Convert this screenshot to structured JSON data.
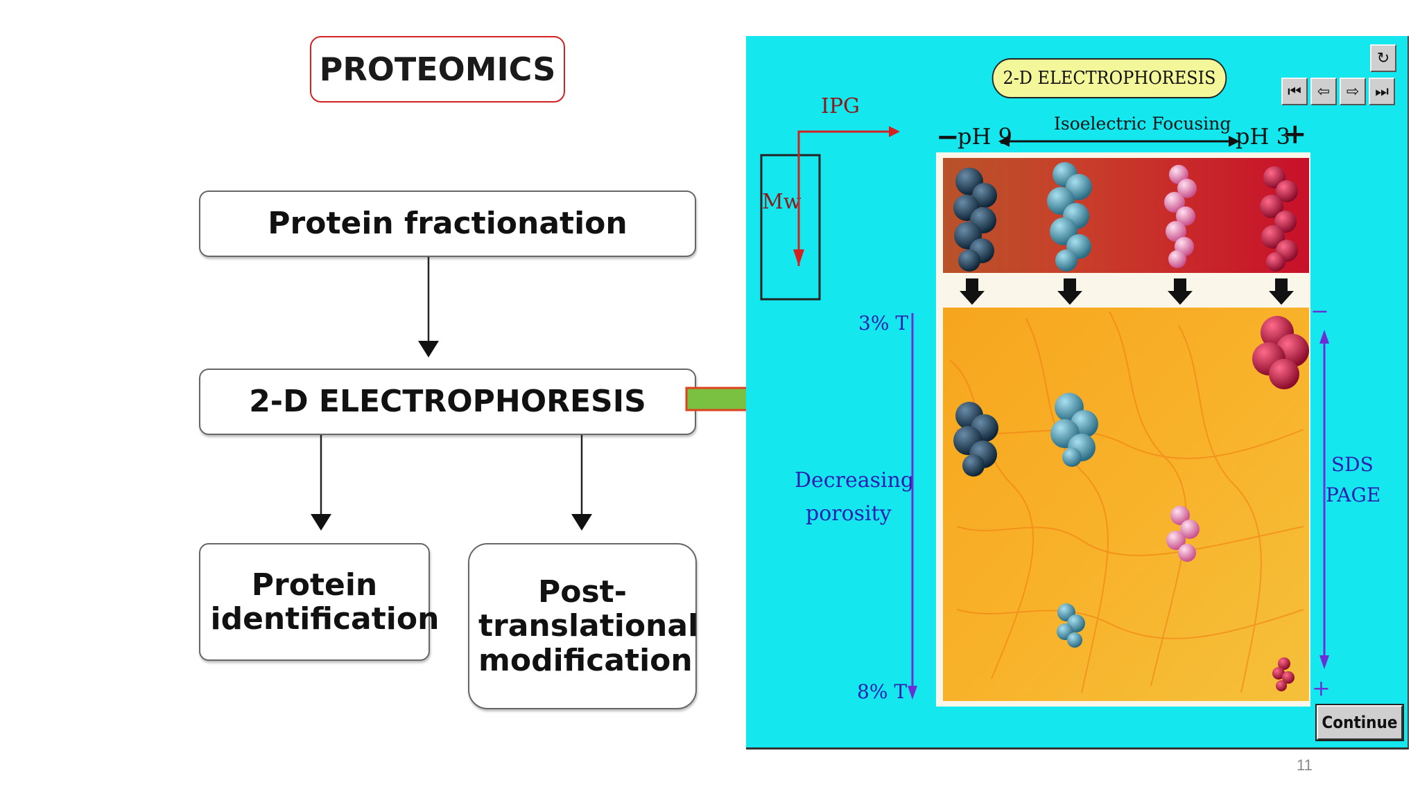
{
  "left": {
    "title": "PROTEOMICS",
    "box1": "Protein fractionation",
    "box2": "2-D ELECTROPHORESIS",
    "box3": "Protein identification",
    "box4": "Post-translational modification"
  },
  "panel": {
    "heading": "2-D ELECTROPHORESIS",
    "ipg": "IPG",
    "mw": "Mw",
    "ph_left": "pH 9",
    "ph_right": "pH 3",
    "minus": "−",
    "plus": "+",
    "focusing": "Isoelectric Focusing",
    "t_top": "3% T",
    "t_bottom": "8% T",
    "porosity_1": "Decreasing",
    "porosity_2": "porosity",
    "sds_1": "SDS",
    "sds_2": "PAGE",
    "gel_minus": "−",
    "gel_plus": "+",
    "continue_label": "Continue",
    "nav": {
      "refresh": "↻",
      "first": "⏮",
      "prev": "⇦",
      "next": "⇨",
      "last": "⏭"
    }
  },
  "colors": {
    "panel_bg": "#14e8ee",
    "title_border": "#d42020",
    "label_blue": "#2a1fb0",
    "arrow_purple": "#6b2fd6",
    "mw_arrow": "#d42020",
    "connector_green": "#7ac142",
    "connector_red": "#e04020"
  },
  "page_number": "11"
}
